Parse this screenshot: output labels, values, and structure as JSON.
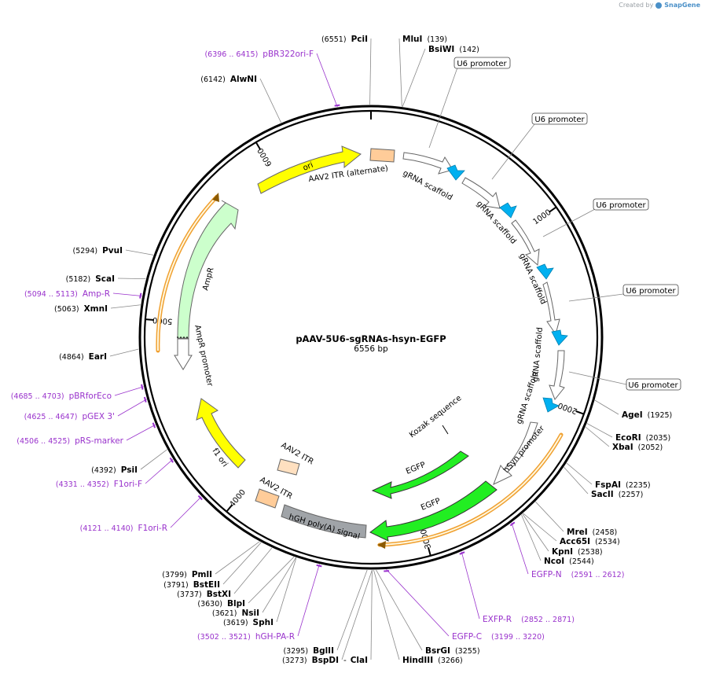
{
  "header": {
    "created_by": "Created by",
    "brand": "SnapGene"
  },
  "plasmid": {
    "name": "pAAV-5U6-sgRNAs-hsyn-EGFP",
    "length_label": "6556 bp",
    "length": 6556
  },
  "ruler_ticks": [
    {
      "pos": 1000,
      "label": "1000"
    },
    {
      "pos": 2000,
      "label": "2000"
    },
    {
      "pos": 3000,
      "label": "3000"
    },
    {
      "pos": 4000,
      "label": "4000"
    },
    {
      "pos": 5000,
      "label": "5000"
    },
    {
      "pos": 6000,
      "label": "6000"
    }
  ],
  "enzymes": [
    {
      "name": "PciI",
      "pos": "(6551)",
      "site": 6551,
      "side": "left"
    },
    {
      "name": "MluI",
      "pos": "(139)",
      "site": 139,
      "side": "right"
    },
    {
      "name": "BsiWI",
      "pos": "(142)",
      "site": 142,
      "side": "right"
    },
    {
      "name": "AlwNI",
      "pos": "(6142)",
      "site": 6142,
      "side": "left"
    },
    {
      "name": "PvuI",
      "pos": "(5294)",
      "site": 5294,
      "side": "left"
    },
    {
      "name": "ScaI",
      "pos": "(5182)",
      "site": 5182,
      "side": "left"
    },
    {
      "name": "XmnI",
      "pos": "(5063)",
      "site": 5063,
      "side": "left"
    },
    {
      "name": "EarI",
      "pos": "(4864)",
      "site": 4864,
      "side": "left"
    },
    {
      "name": "PsiI",
      "pos": "(4392)",
      "site": 4392,
      "side": "left"
    },
    {
      "name": "PmlI",
      "pos": "(3799)",
      "site": 3799,
      "side": "left"
    },
    {
      "name": "BstEII",
      "pos": "(3791)",
      "site": 3791,
      "side": "left"
    },
    {
      "name": "BstXI",
      "pos": "(3737)",
      "site": 3737,
      "side": "left"
    },
    {
      "name": "BlpI",
      "pos": "(3630)",
      "site": 3630,
      "side": "left"
    },
    {
      "name": "NsiI",
      "pos": "(3621)",
      "site": 3621,
      "side": "left"
    },
    {
      "name": "SphI",
      "pos": "(3619)",
      "site": 3619,
      "side": "left"
    },
    {
      "name": "BglII",
      "pos": "(3295)",
      "site": 3295,
      "side": "left"
    },
    {
      "name": "BspDI",
      "pos": "(3273)",
      "site": 3273,
      "side": "left"
    },
    {
      "name": "ClaI",
      "pos": "",
      "site": 3273,
      "side": "left"
    },
    {
      "name": "HindIII",
      "pos": "(3266)",
      "site": 3266,
      "side": "right"
    },
    {
      "name": "BsrGI",
      "pos": "(3255)",
      "site": 3255,
      "side": "right"
    },
    {
      "name": "AgeI",
      "pos": "(1925)",
      "site": 1925,
      "side": "right"
    },
    {
      "name": "EcoRI",
      "pos": "(2035)",
      "site": 2035,
      "side": "right"
    },
    {
      "name": "XbaI",
      "pos": "(2052)",
      "site": 2052,
      "side": "right"
    },
    {
      "name": "FspAI",
      "pos": "(2235)",
      "site": 2235,
      "side": "right"
    },
    {
      "name": "SacII",
      "pos": "(2257)",
      "site": 2257,
      "side": "right"
    },
    {
      "name": "MreI",
      "pos": "(2458)",
      "site": 2458,
      "side": "right"
    },
    {
      "name": "Acc65I",
      "pos": "(2534)",
      "site": 2534,
      "side": "right"
    },
    {
      "name": "KpnI",
      "pos": "(2538)",
      "site": 2538,
      "side": "right"
    },
    {
      "name": "NcoI",
      "pos": "(2544)",
      "site": 2544,
      "side": "right"
    }
  ],
  "primers": [
    {
      "name": "pBR322ori-F",
      "pos": "(6396 .. 6415)",
      "site": 6405,
      "side": "left"
    },
    {
      "name": "Amp-R",
      "pos": "(5094 .. 5113)",
      "site": 5103,
      "side": "left"
    },
    {
      "name": "pBRforEco",
      "pos": "(4685 .. 4703)",
      "site": 4694,
      "side": "left"
    },
    {
      "name": "pGEX 3'",
      "pos": "(4625 .. 4647)",
      "site": 4636,
      "side": "left"
    },
    {
      "name": "pRS-marker",
      "pos": "(4506 .. 4525)",
      "site": 4515,
      "side": "left"
    },
    {
      "name": "F1ori-F",
      "pos": "(4331 .. 4352)",
      "site": 4341,
      "side": "left"
    },
    {
      "name": "F1ori-R",
      "pos": "(4121 .. 4140)",
      "site": 4130,
      "side": "left"
    },
    {
      "name": "hGH-PA-R",
      "pos": "(3502 .. 3521)",
      "site": 3511,
      "side": "left"
    },
    {
      "name": "EGFP-C",
      "pos": "(3199 .. 3220)",
      "site": 3209,
      "side": "right"
    },
    {
      "name": "EXFP-R",
      "pos": "(2852 .. 2871)",
      "site": 2861,
      "side": "right"
    },
    {
      "name": "EGFP-N",
      "pos": "(2591 .. 2612)",
      "site": 2601,
      "side": "right"
    }
  ],
  "promoter_callouts": [
    {
      "label": "U6 promoter"
    },
    {
      "label": "U6 promoter"
    },
    {
      "label": "U6 promoter"
    },
    {
      "label": "U6 promoter"
    },
    {
      "label": "U6 promoter"
    }
  ],
  "features": [
    {
      "name": "AAV2 ITR (alternate)",
      "start": 1,
      "end": 141,
      "type": "itr",
      "color": "#ffcc99"
    },
    {
      "name": "gRNA scaffold",
      "type": "grna",
      "color": "#ffffff"
    },
    {
      "name": "U6 promoter",
      "type": "u6",
      "color": "#ffffff"
    },
    {
      "name": "ori",
      "start": 5726,
      "end": 6315,
      "type": "ori",
      "color": "#ffff00"
    },
    {
      "name": "AmpR",
      "start": 4873,
      "end": 5733,
      "type": "cds",
      "color": "#ccffcc"
    },
    {
      "name": "AmpR promoter",
      "start": 4768,
      "end": 4872,
      "type": "promoter",
      "color": "#ffffff"
    },
    {
      "name": "f1 ori",
      "start": 4200,
      "end": 4655,
      "type": "ori",
      "color": "#ffff00"
    },
    {
      "name": "AAV2 ITR",
      "type": "itr",
      "color": "#ffcc99"
    },
    {
      "name": "hGH poly(A) signal",
      "start": 3273,
      "end": 3750,
      "type": "polya",
      "color": "#999999"
    },
    {
      "name": "EGFP",
      "type": "cds",
      "color": "#00ff00"
    },
    {
      "name": "hSyn promoter",
      "type": "promoter",
      "color": "#ffffff"
    },
    {
      "name": "Kozak sequence",
      "type": "misc",
      "color": "#000000"
    }
  ],
  "colors": {
    "backbone": "#000000",
    "primer": "#9932cc",
    "orange_outline": "#f0a030",
    "blue_arrow": "#00b0f0"
  }
}
